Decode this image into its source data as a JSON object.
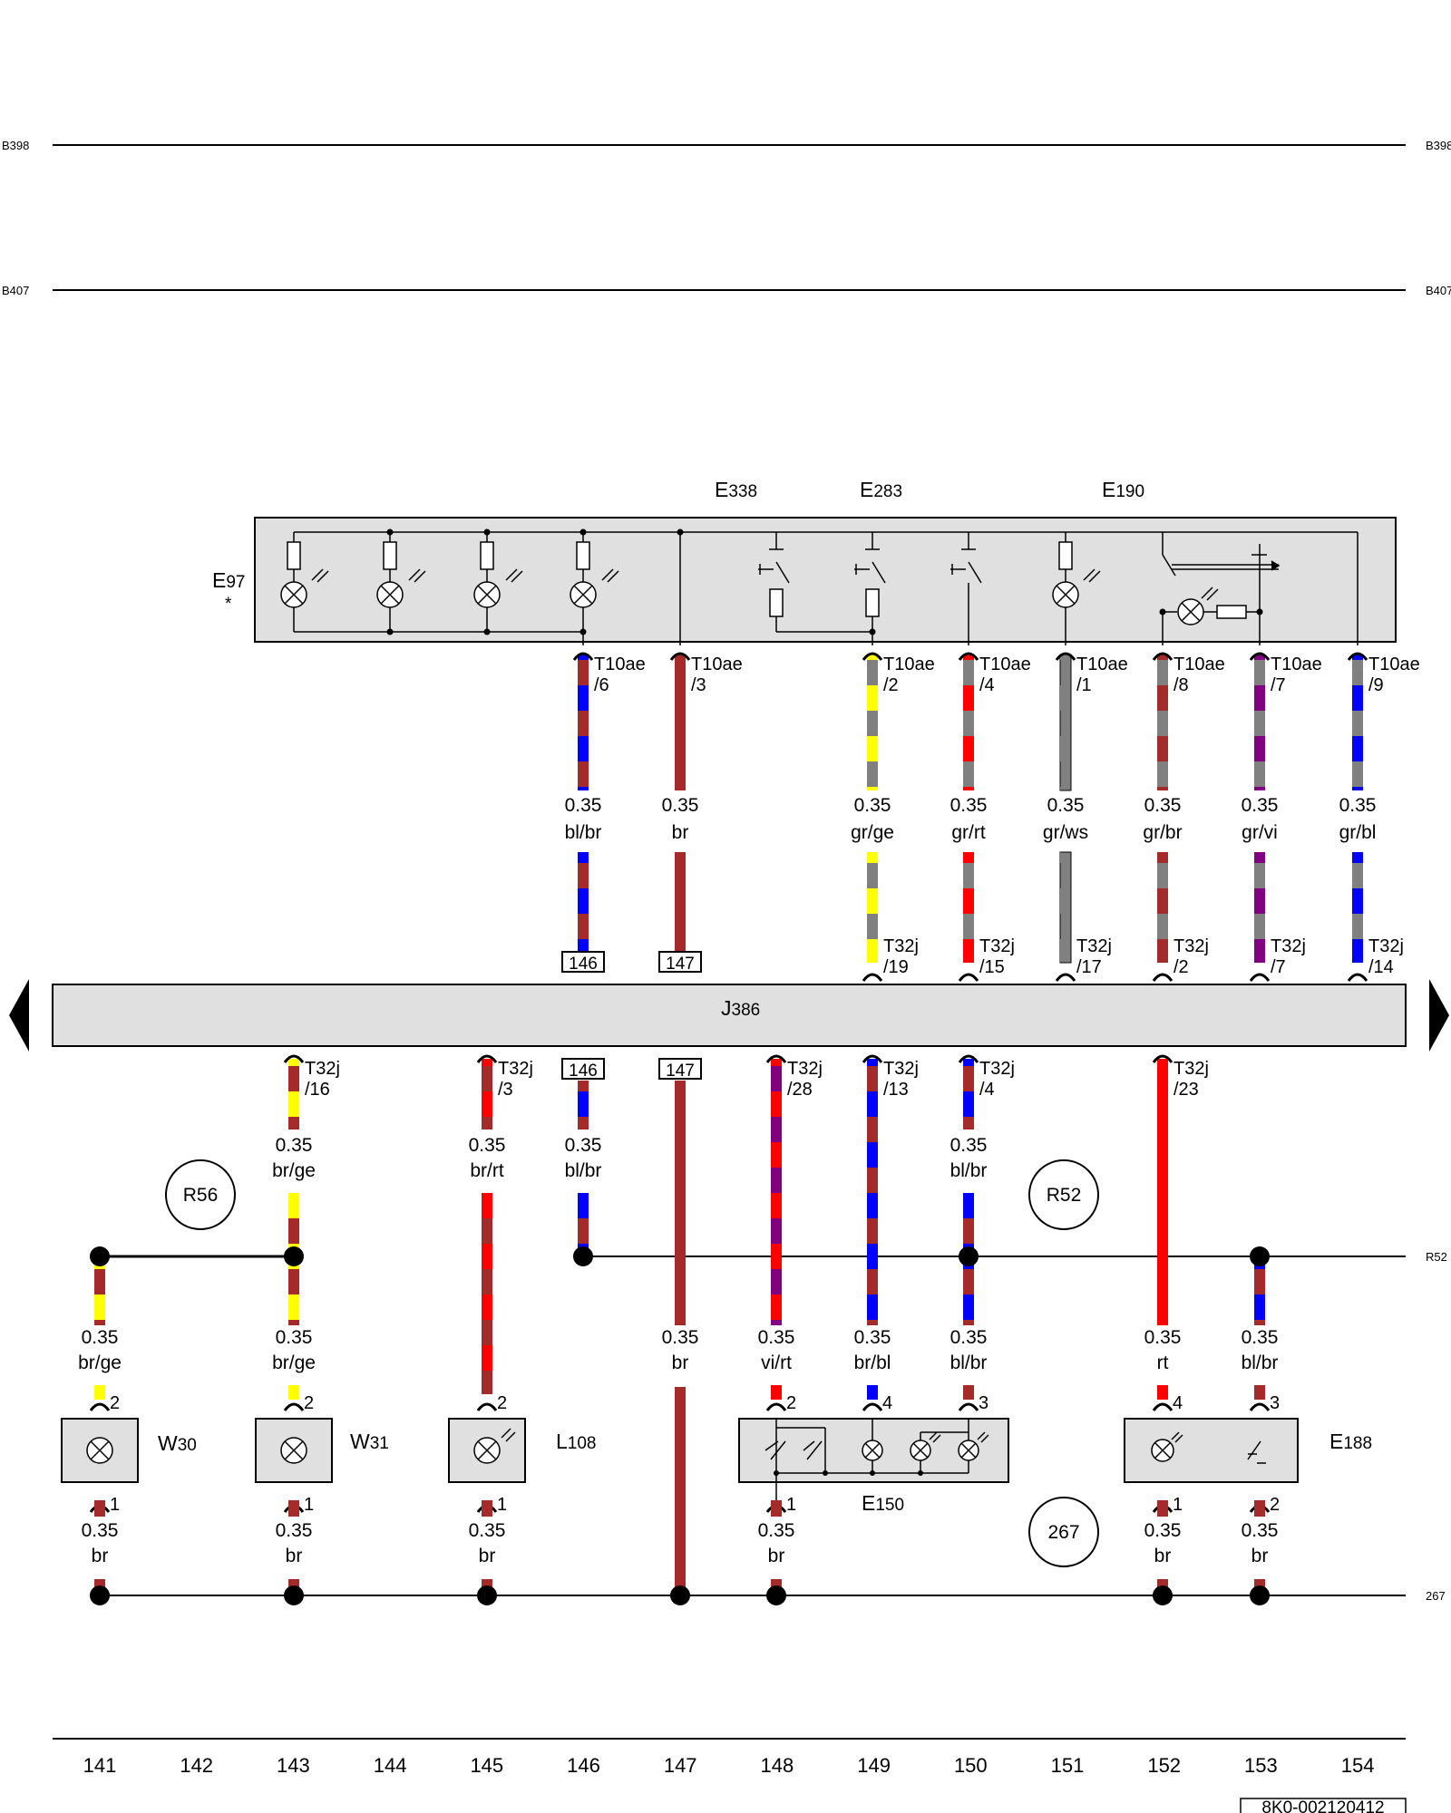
{
  "busbars": [
    {
      "left": "B398",
      "right": "B398"
    },
    {
      "left": "B407",
      "right": "B407"
    }
  ],
  "bus_r52_label": "R52",
  "bus_267_label": "267",
  "ground_circle": "267",
  "ref_r56": "R56",
  "ref_r52": "R52",
  "doc_id": "8K0-002120412",
  "columns": [
    "141",
    "142",
    "143",
    "144",
    "145",
    "146",
    "147",
    "148",
    "149",
    "150",
    "151",
    "152",
    "153",
    "154"
  ],
  "components": {
    "E97": {
      "main": "E",
      "sub": "97",
      "note": "*"
    },
    "E338": {
      "main": "E",
      "sub": "338"
    },
    "E283": {
      "main": "E",
      "sub": "283"
    },
    "E190": {
      "main": "E",
      "sub": "190"
    },
    "J386": {
      "main": "J",
      "sub": "386"
    },
    "W30": {
      "main": "W",
      "sub": "30"
    },
    "W31": {
      "main": "W",
      "sub": "31"
    },
    "L108": {
      "main": "L",
      "sub": "108"
    },
    "E150": {
      "main": "E",
      "sub": "150"
    },
    "E188": {
      "main": "E",
      "sub": "188"
    }
  },
  "upper_wires": [
    {
      "size": "0.35",
      "color": "bl/br",
      "conn": "T10ae",
      "pin": "/6",
      "end": "146"
    },
    {
      "size": "0.35",
      "color": "br",
      "conn": "T10ae",
      "pin": "/3",
      "end": "147"
    },
    {
      "size": "0.35",
      "color": "gr/ge",
      "conn": "T10ae",
      "pin": "/2",
      "t32": "T32j",
      "t32pin": "/19"
    },
    {
      "size": "0.35",
      "color": "gr/rt",
      "conn": "T10ae",
      "pin": "/4",
      "t32": "T32j",
      "t32pin": "/15"
    },
    {
      "size": "0.35",
      "color": "gr/ws",
      "conn": "T10ae",
      "pin": "/1",
      "t32": "T32j",
      "t32pin": "/17"
    },
    {
      "size": "0.35",
      "color": "gr/br",
      "conn": "T10ae",
      "pin": "/8",
      "t32": "T32j",
      "t32pin": "/2"
    },
    {
      "size": "0.35",
      "color": "gr/vi",
      "conn": "T10ae",
      "pin": "/7",
      "t32": "T32j",
      "t32pin": "/7"
    },
    {
      "size": "0.35",
      "color": "gr/bl",
      "conn": "T10ae",
      "pin": "/9",
      "t32": "T32j",
      "t32pin": "/14"
    }
  ],
  "lower_wires": {
    "c143": {
      "conn": "T32j",
      "pin": "/16",
      "size": "0.35",
      "color": "br/ge"
    },
    "c145": {
      "conn": "T32j",
      "pin": "/3",
      "size": "0.35",
      "color": "br/rt"
    },
    "c146": {
      "ref": "146",
      "size": "0.35",
      "color": "bl/br"
    },
    "c147": {
      "ref": "147",
      "size": "0.35",
      "color": "br"
    },
    "c148": {
      "conn": "T32j",
      "pin": "/28",
      "size": "0.35",
      "color": "vi/rt"
    },
    "c149": {
      "conn": "T32j",
      "pin": "/13",
      "size": "0.35",
      "color": "br/bl"
    },
    "c150": {
      "conn": "T32j",
      "pin": "/4",
      "size": "0.35",
      "color": "bl/br"
    },
    "c152": {
      "conn": "T32j",
      "pin": "/23",
      "size": "0.35",
      "color": "rt"
    },
    "c141b": {
      "size": "0.35",
      "color": "br/ge"
    },
    "c143b": {
      "size": "0.35",
      "color": "br/ge"
    },
    "c153b": {
      "size": "0.35",
      "color": "bl/br"
    }
  },
  "bottom_wires": {
    "size": "0.35",
    "color": "br"
  },
  "pins": {
    "p1": "1",
    "p2": "2",
    "p3": "3",
    "p4": "4"
  },
  "wire_colors": {
    "br": "#a52a2a",
    "bl": "#0000ff",
    "gr": "#808080",
    "ge": "#ffff00",
    "rt": "#ff0000",
    "vi": "#800080",
    "ws": "#ffffff"
  }
}
